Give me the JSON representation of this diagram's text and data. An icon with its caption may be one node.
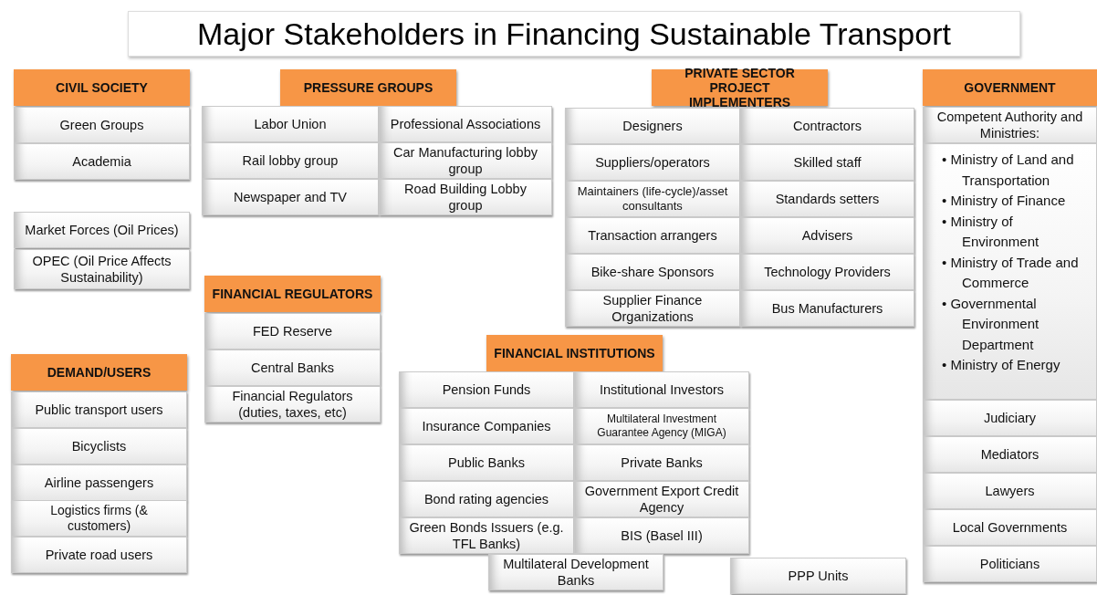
{
  "diagram": {
    "title": "Major Stakeholders in Financing Sustainable Transport",
    "nodes": [
      {
        "text": [
          "CIVIL SOCIETY"
        ]
      },
      {
        "text": [
          "Green Groups"
        ]
      },
      {
        "text": [
          "Academia"
        ]
      },
      {
        "text": [
          "Market Forces (Oil Prices)"
        ]
      },
      {
        "text": [
          "OPEC (Oil Price Affects Sustainability)"
        ]
      },
      {
        "text": [
          "DEMAND/USERS"
        ]
      },
      {
        "text": [
          "Public transport users"
        ]
      },
      {
        "text": [
          "Bicyclists"
        ]
      },
      {
        "text": [
          "Airline passengers"
        ]
      },
      {
        "text": [
          "Logistics firms (& customers)"
        ]
      },
      {
        "text": [
          "Private road users"
        ]
      },
      {
        "text": [
          "PRESSURE GROUPS"
        ]
      },
      {
        "text": [
          "Labor Union"
        ]
      },
      {
        "text": [
          "Professional Associations"
        ]
      },
      {
        "text": [
          "Rail lobby group"
        ]
      },
      {
        "text": [
          "Car Manufacturing lobby group"
        ]
      },
      {
        "text": [
          "Newspaper and TV"
        ]
      },
      {
        "text": [
          "Road Building Lobby group"
        ]
      },
      {
        "text": [
          "FINANCIAL REGULATORS"
        ]
      },
      {
        "text": [
          "FED Reserve"
        ]
      },
      {
        "text": [
          "Central Banks"
        ]
      },
      {
        "text": [
          "Financial Regulators (duties, taxes, etc)"
        ]
      },
      {
        "text": [
          "PRIVATE SECTOR PROJECT IMPLEMENTERS"
        ]
      },
      {
        "text": [
          "Designers"
        ]
      },
      {
        "text": [
          "Contractors"
        ]
      },
      {
        "text": [
          "Suppliers/operators"
        ]
      },
      {
        "text": [
          "Skilled staff"
        ]
      },
      {
        "text": [
          "Maintainers (life-cycle)/asset consultants"
        ]
      },
      {
        "text": [
          "Standards setters"
        ]
      },
      {
        "text": [
          "Transaction arrangers"
        ]
      },
      {
        "text": [
          "Advisers"
        ]
      },
      {
        "text": [
          "Bike-share Sponsors"
        ]
      },
      {
        "text": [
          "Technology Providers"
        ]
      },
      {
        "text": [
          "Supplier Finance Organizations"
        ]
      },
      {
        "text": [
          "Bus Manufacturers"
        ]
      },
      {
        "text": [
          "FINANCIAL INSTITUTIONS"
        ]
      },
      {
        "text": [
          "Pension Funds"
        ]
      },
      {
        "text": [
          "Institutional Investors"
        ]
      },
      {
        "text": [
          "Insurance Companies"
        ]
      },
      {
        "text": [
          "Multilateral Investment Guarantee Agency (MIGA)"
        ]
      },
      {
        "text": [
          "Public Banks"
        ]
      },
      {
        "text": [
          "Private Banks"
        ]
      },
      {
        "text": [
          "Bond rating agencies"
        ]
      },
      {
        "text": [
          "Government Export Credit Agency"
        ]
      },
      {
        "text": [
          "Green Bonds Issuers (e.g. TFL Banks)"
        ]
      },
      {
        "text": [
          "BIS (Basel III)"
        ]
      },
      {
        "text": [
          "Multilateral Development Banks"
        ]
      },
      {
        "text": [
          "PPP Units"
        ]
      },
      {
        "text": [
          "GOVERNMENT"
        ]
      },
      {
        "text": [
          "Competent Authority and Ministries:"
        ]
      },
      {
        "text": [
          "• Ministry of Land and Transportation",
          "• Ministry of Finance",
          "• Ministry of Environment",
          "• Ministry of Trade and Commerce",
          "• Governmental Environment Department",
          "• Ministry of Energy"
        ]
      },
      {
        "text": [
          "Judiciary"
        ]
      },
      {
        "text": [
          "Mediators"
        ]
      },
      {
        "text": [
          "Lawyers"
        ]
      },
      {
        "text": [
          "Local Governments"
        ]
      },
      {
        "text": [
          "Politicians"
        ]
      }
    ]
  }
}
